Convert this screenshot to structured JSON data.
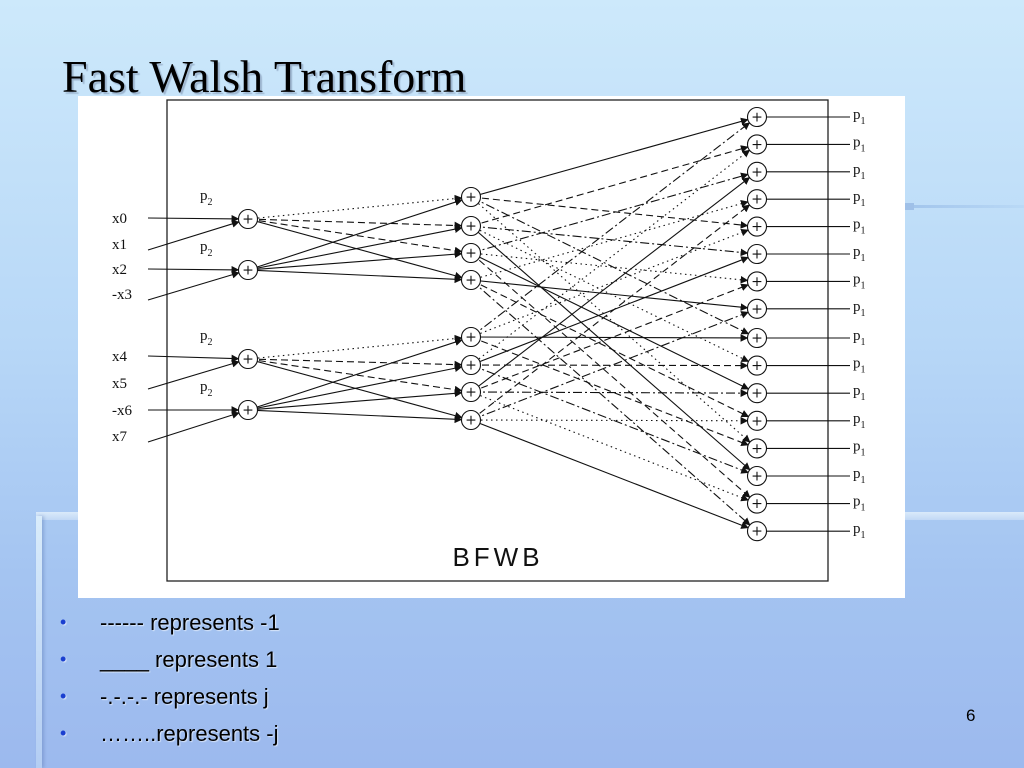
{
  "slide": {
    "title": "Fast Walsh Transform",
    "page_number": "6"
  },
  "bullets": [
    {
      "marker": "•",
      "text": "------ represents -1"
    },
    {
      "marker": "•",
      "text": "____ represents  1"
    },
    {
      "marker": "•",
      "text": "-.-.-.- represents  j"
    },
    {
      "marker": "•",
      "text": "……..represents -j"
    }
  ],
  "diagram": {
    "caption": "BFWB",
    "node_symbol": "+",
    "inputs": [
      "x0",
      "x1",
      "x2",
      "-x3",
      "x4",
      "x5",
      "-x6",
      "x7"
    ],
    "stage1_labels": [
      {
        "base": "p",
        "sub": "2"
      },
      {
        "base": "p",
        "sub": "2"
      },
      {
        "base": "p",
        "sub": "2"
      },
      {
        "base": "p",
        "sub": "2"
      }
    ],
    "outputs": [
      {
        "base": "p",
        "sub": "1"
      },
      {
        "base": "p",
        "sub": "1"
      },
      {
        "base": "p",
        "sub": "1"
      },
      {
        "base": "p",
        "sub": "1"
      },
      {
        "base": "p",
        "sub": "1"
      },
      {
        "base": "p",
        "sub": "1"
      },
      {
        "base": "p",
        "sub": "1"
      },
      {
        "base": "p",
        "sub": "1"
      },
      {
        "base": "p",
        "sub": "1"
      },
      {
        "base": "p",
        "sub": "1"
      },
      {
        "base": "p",
        "sub": "1"
      },
      {
        "base": "p",
        "sub": "1"
      },
      {
        "base": "p",
        "sub": "1"
      },
      {
        "base": "p",
        "sub": "1"
      },
      {
        "base": "p",
        "sub": "1"
      },
      {
        "base": "p",
        "sub": "1"
      }
    ]
  },
  "colors": {
    "bullet_marker": "#1a3fd0",
    "line": "#111111"
  }
}
